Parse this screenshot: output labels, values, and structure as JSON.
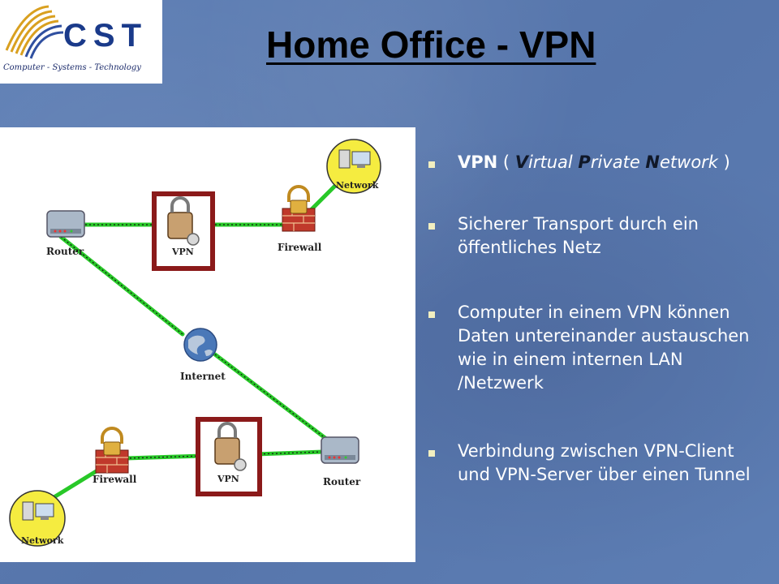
{
  "logo": {
    "text": "CST",
    "subtitle": "Computer - Systems - Technology"
  },
  "title": "Home Office - VPN",
  "diagram": {
    "labels": {
      "router_top": "Router",
      "vpn_top": "VPN",
      "firewall_top": "Firewall",
      "network_top": "Network",
      "internet": "Internet",
      "vpn_bottom": "VPN",
      "router_bottom": "Router",
      "firewall_bottom": "Firewall",
      "network_bottom": "Network"
    }
  },
  "bullets": {
    "b1": {
      "vpn": "VPN",
      "open": " ( ",
      "v": "V",
      "irtual": "irtual ",
      "p": "P",
      "rivate": "rivate ",
      "n": "N",
      "etwork": "etwork",
      "close": " )"
    },
    "b2": "Sicherer Transport durch ein öffentliches Netz",
    "b3": "Computer in einem VPN können Daten untereinander austauschen wie in einem internen LAN /Netzwerk",
    "b4": "Verbindung zwischen VPN-Client und VPN-Server über einen Tunnel"
  },
  "colors": {
    "accent_bullet": "#f2efc0",
    "link_green": "#22cc22",
    "vpn_box": "#8b1a1a"
  }
}
